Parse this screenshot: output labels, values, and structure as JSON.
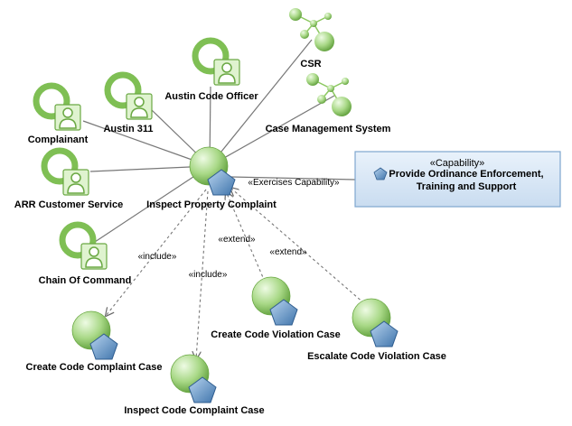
{
  "actors": {
    "austin_code_officer": "Austin Code Officer",
    "austin_311": "Austin 311",
    "complainant": "Complainant",
    "arr_customer_service": "ARR Customer Service",
    "chain_of_command": "Chain Of Command"
  },
  "systems": {
    "csr": "CSR",
    "case_management_system": "Case Management System"
  },
  "use_cases": {
    "inspect_property_complaint": "Inspect Property Complaint",
    "create_code_complaint_case": "Create Code Complaint Case",
    "inspect_code_complaint_case": "Inspect Code Complaint Case",
    "create_code_violation_case": "Create Code Violation Case",
    "escalate_code_violation_case": "Escalate Code Violation Case"
  },
  "capability": {
    "stereotype": "«Capability»",
    "title_line1": "Provide Ordinance Enforcement,",
    "title_line2": "Training and Support"
  },
  "relations": {
    "exercises": "«Exercises Capability»",
    "include_1": "«include»",
    "include_2": "«include»",
    "extend_1": "«extend»",
    "extend_2": "«extend»"
  },
  "colors": {
    "circle_green": "#8cc860",
    "circle_light": "#d6f2c4",
    "pentagon_blue": "#6f9fcc",
    "capability_fill": "#d9e8f7",
    "capability_border": "#7fa6cf",
    "line_gray": "#777777"
  }
}
